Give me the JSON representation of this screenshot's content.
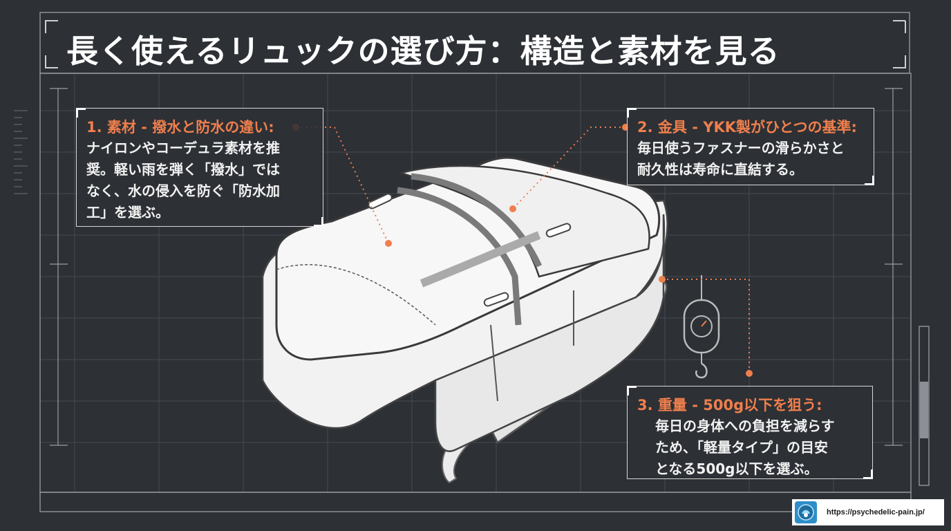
{
  "title": "長く使えるリュックの選び方：構造と素材を見る",
  "points": [
    {
      "title": "1. 素材 - 撥水と防水の違い:",
      "lines": [
        "ナイロンやコーデュラ素材を推",
        "奨。軽い雨を弾く「撥水」では",
        "なく、水の侵入を防ぐ「防水加",
        "工」を選ぶ。"
      ]
    },
    {
      "title": "2. 金具 - YKK製がひとつの基準:",
      "lines": [
        "毎日使うファスナーの滑らかさと",
        "耐久性は寿命に直結する。"
      ]
    },
    {
      "title": "3. 重量 - 500g以下を狙う:",
      "lines": [
        "毎日の身体への負担を減らす",
        "ため、「軽量タイプ」の目安",
        "となる500g以下を選ぶ。"
      ]
    }
  ],
  "watermark": {
    "url": "https://psychedelic-pain.jp/"
  },
  "colors": {
    "background": "#2d3035",
    "accent": "#ef7f4d",
    "grid": "#4a4e55",
    "frame": "#c9c9c9"
  },
  "icons": [
    "backpack-illustration",
    "hanging-scale-icon",
    "site-logo"
  ]
}
